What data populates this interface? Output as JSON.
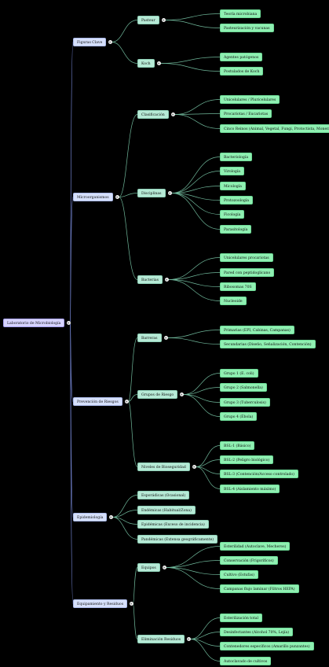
{
  "root": {
    "label": "Laboratorio de Microbiología",
    "children": [
      {
        "label": "Figuras Clave",
        "children": [
          {
            "label": "Pasteur",
            "children": [
              {
                "label": "Teoría microbiana"
              },
              {
                "label": "Pasteurización y vacunas"
              }
            ]
          },
          {
            "label": "Koch",
            "children": [
              {
                "label": "Agentes patógenos"
              },
              {
                "label": "Postulados de Koch"
              }
            ]
          }
        ]
      },
      {
        "label": "Microorganismos",
        "children": [
          {
            "label": "Clasificación",
            "children": [
              {
                "label": "Unicelulares / Pluricelulares"
              },
              {
                "label": "Procariotas / Eucariotas"
              },
              {
                "label": "Cinco Reinos (Animal, Vegetal, Fungi, Protoctista, Monera)"
              }
            ]
          },
          {
            "label": "Disciplinas",
            "children": [
              {
                "label": "Bacteriología"
              },
              {
                "label": "Virología"
              },
              {
                "label": "Micología"
              },
              {
                "label": "Protozoología"
              },
              {
                "label": "Ficología"
              },
              {
                "label": "Parasitología"
              }
            ]
          },
          {
            "label": "Bacterias",
            "children": [
              {
                "label": "Unicelulares procariotas"
              },
              {
                "label": "Pared con peptidoglicano"
              },
              {
                "label": "Ribosomas 70S"
              },
              {
                "label": "Nucleoide"
              }
            ]
          }
        ]
      },
      {
        "label": "Prevención de Riesgos",
        "children": [
          {
            "label": "Barreras",
            "children": [
              {
                "label": "Primarias (EPI, Cabinas, Campanas)"
              },
              {
                "label": "Secundarias (Diseño, Señalización, Contención)"
              }
            ]
          },
          {
            "label": "Grupos de Riesgo",
            "children": [
              {
                "label": "Grupo 1 (E. coli)"
              },
              {
                "label": "Grupo 2 (Salmonella)"
              },
              {
                "label": "Grupo 3 (Tuberculosis)"
              },
              {
                "label": "Grupo 4 (Ébola)"
              }
            ]
          },
          {
            "label": "Niveles de Bioseguridad",
            "children": [
              {
                "label": "BSL-1 (Básico)"
              },
              {
                "label": "BSL-2 (Peligro biológico)"
              },
              {
                "label": "BSL-3 (Contención/Acceso controlado)"
              },
              {
                "label": "BSL-4 (Aislamiento máximo)"
              }
            ]
          }
        ]
      },
      {
        "label": "Epidemiología",
        "children": [
          {
            "label": "Esporádicas (Ocasional)"
          },
          {
            "label": "Endémicas (Habitual/Zona)"
          },
          {
            "label": "Epidémicas (Exceso de incidencia)"
          },
          {
            "label": "Pandémicas (Extensa geográficamente)"
          }
        ]
      },
      {
        "label": "Equipamiento y Residuos",
        "children": [
          {
            "label": "Equipos",
            "children": [
              {
                "label": "Esterilidad (Autoclave, Mecheros)"
              },
              {
                "label": "Conservación (Frigoríficos)"
              },
              {
                "label": "Cultivo (Estufas)"
              },
              {
                "label": "Campanas flujo laminar (Filtros HEPA)"
              }
            ]
          },
          {
            "label": "Eliminación Residuos",
            "children": [
              {
                "label": "Esterilización total"
              },
              {
                "label": "Desinfectantes (Alcohol 70%, Lejía)"
              },
              {
                "label": "Contenedores específicos (Amarillo punzantes)"
              },
              {
                "label": "Autoclavado de cultivos"
              }
            ]
          }
        ]
      }
    ]
  },
  "colors": {
    "edge": "#6f7fc9",
    "edge_leaf": "#6fb79a",
    "depth0": "#d7d4ff",
    "depth1": "#d6e0fb",
    "depth2": "#b6ead6",
    "depth3": "#8ff0b2"
  },
  "toggle_symbol": "+"
}
